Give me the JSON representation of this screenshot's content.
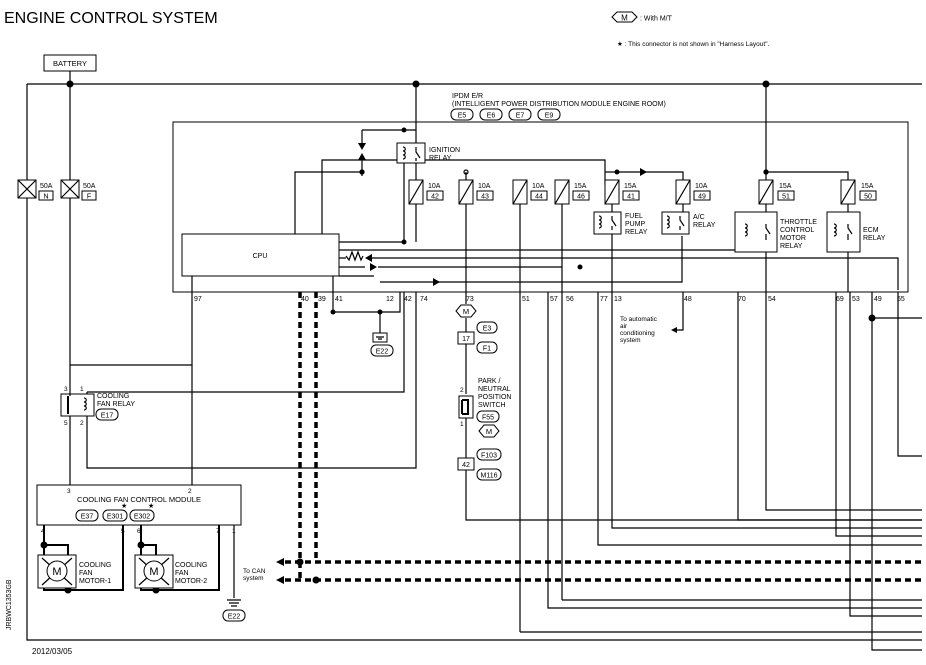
{
  "title": "ENGINE CONTROL SYSTEM",
  "legend": {
    "mt_symbol": "M",
    "mt_text": ": With M/T",
    "star_note": "★ : This connector is not shown in \"Harness Layout\"."
  },
  "battery": "BATTERY",
  "fuses_left": [
    {
      "amp": "50A",
      "id": "N"
    },
    {
      "amp": "50A",
      "id": "F"
    }
  ],
  "ipdm": {
    "line1": "IPDM E/R",
    "line2": "(INTELLIGENT POWER DISTRIBUTION MODULE ENGINE ROOM)",
    "connectors": [
      "E5",
      "E6",
      "E7",
      "E9"
    ],
    "cpu": "CPU",
    "ignition_relay": [
      "IGNITION",
      "RELAY"
    ],
    "fuel_pump_relay": [
      "FUEL",
      "PUMP",
      "RELAY"
    ],
    "ac_relay": [
      "A/C",
      "RELAY"
    ],
    "throttle_relay": [
      "THROTTLE",
      "CONTROL",
      "MOTOR",
      "RELAY"
    ],
    "ecm_relay": [
      "ECM",
      "RELAY"
    ],
    "fuses": [
      {
        "amp": "10A",
        "id": "42"
      },
      {
        "amp": "10A",
        "id": "43"
      },
      {
        "amp": "10A",
        "id": "44"
      },
      {
        "amp": "15A",
        "id": "46"
      },
      {
        "amp": "15A",
        "id": "41"
      },
      {
        "amp": "10A",
        "id": "49"
      },
      {
        "amp": "15A",
        "id": "51"
      },
      {
        "amp": "15A",
        "id": "50"
      }
    ],
    "terminals": [
      "97",
      "40",
      "39",
      "41",
      "12",
      "42",
      "74",
      "73",
      "51",
      "57",
      "56",
      "77",
      "13",
      "48",
      "70",
      "54",
      "69",
      "53",
      "49",
      "55"
    ],
    "ground_connector": "E22"
  },
  "ac_note": [
    "To automatic",
    "air",
    "conditioning",
    "system"
  ],
  "harness_chain": {
    "mt": "M",
    "e3": "E3",
    "t17": "17",
    "f1": "F1",
    "switch_label": [
      "PARK /",
      "NEUTRAL",
      "POSITION",
      "SWITCH"
    ],
    "switch_pins": [
      "2",
      "1"
    ],
    "f55": "F55",
    "mt2": "M",
    "t42": "42",
    "f103": "F103",
    "m116": "M116"
  },
  "fan_relay": {
    "label": [
      "COOLING",
      "FAN RELAY"
    ],
    "connector": "E17",
    "pins": [
      "3",
      "1",
      "5",
      "2"
    ]
  },
  "fan_module": {
    "label": "COOLING FAN CONTROL MODULE",
    "connectors": [
      "E37",
      "E301",
      "E302"
    ],
    "pins_top": [
      "3",
      "2"
    ],
    "pins_bottom": [
      "4",
      "5",
      "6",
      "7",
      "1"
    ]
  },
  "motors": [
    {
      "label": [
        "COOLING",
        "FAN",
        "MOTOR-1"
      ]
    },
    {
      "label": [
        "COOLING",
        "FAN",
        "MOTOR-2"
      ]
    }
  ],
  "motor_symbol": "M",
  "can_note": [
    "To CAN",
    "system"
  ],
  "ground2": "E22",
  "side_code": "JRBWC1353GB",
  "date": "2012/03/05"
}
